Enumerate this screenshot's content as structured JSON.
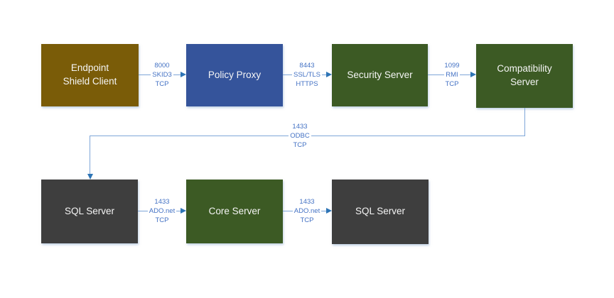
{
  "diagram": {
    "nodes": [
      {
        "id": "endpoint-shield-client",
        "label": "Endpoint\nShield Client",
        "color": "#7A5C08"
      },
      {
        "id": "policy-proxy",
        "label": "Policy Proxy",
        "color": "#35549B"
      },
      {
        "id": "security-server",
        "label": "Security Server",
        "color": "#3C5A24"
      },
      {
        "id": "compatibility-server",
        "label": "Compatibility\nServer",
        "color": "#3C5A24"
      },
      {
        "id": "sql-server-1",
        "label": "SQL Server",
        "color": "#3E3E3E"
      },
      {
        "id": "core-server",
        "label": "Core Server",
        "color": "#3C5A24"
      },
      {
        "id": "sql-server-2",
        "label": "SQL Server",
        "color": "#3E3E3E"
      }
    ],
    "connections": [
      {
        "from": "endpoint-shield-client",
        "to": "policy-proxy",
        "port": "8000",
        "protocol": "SKID3",
        "transport": "TCP"
      },
      {
        "from": "policy-proxy",
        "to": "security-server",
        "port": "8443",
        "protocol": "SSL/TLS",
        "transport": "HTTPS"
      },
      {
        "from": "security-server",
        "to": "compatibility-server",
        "port": "1099",
        "protocol": "RMI",
        "transport": "TCP"
      },
      {
        "from": "compatibility-server",
        "to": "sql-server-1",
        "port": "1433",
        "protocol": "ODBC",
        "transport": "TCP"
      },
      {
        "from": "sql-server-1",
        "to": "core-server",
        "port": "1433",
        "protocol": "ADO.net",
        "transport": "TCP"
      },
      {
        "from": "core-server",
        "to": "sql-server-2",
        "port": "1433",
        "protocol": "ADO.net",
        "transport": "TCP"
      }
    ],
    "colors": {
      "line": "#7EA6D8",
      "arrowhead": "#2E75B6",
      "label_text": "#4472C4",
      "node_text": "#F5F5F5",
      "background": "#FFFFFF"
    }
  }
}
